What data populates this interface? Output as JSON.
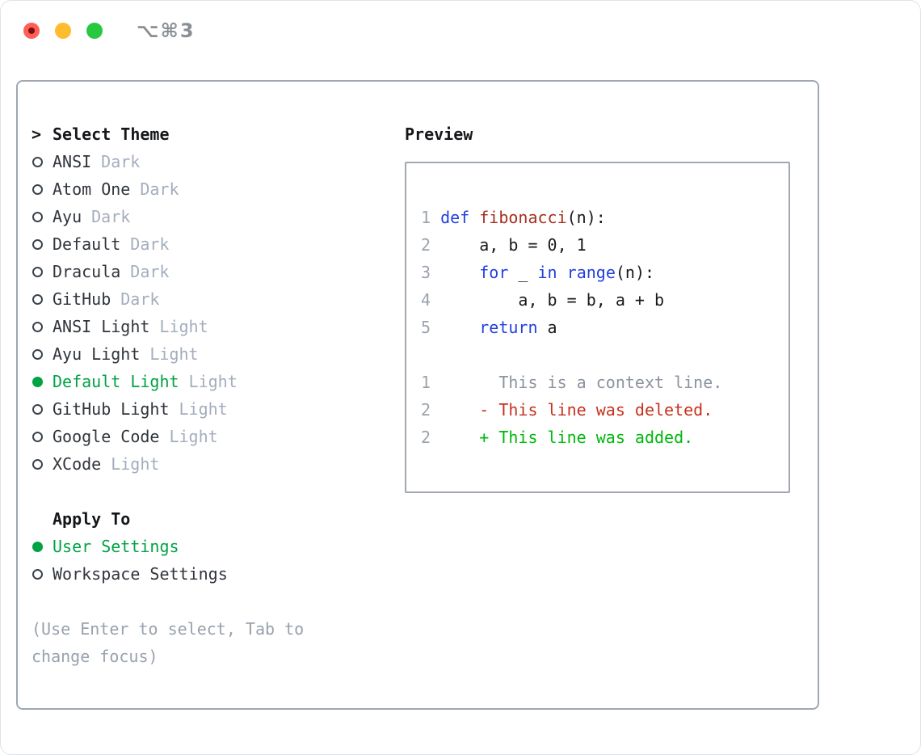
{
  "window": {
    "title": "⌥⌘3"
  },
  "titlebar": {
    "buttons": [
      {
        "name": "close"
      },
      {
        "name": "minimize"
      },
      {
        "name": "zoom"
      }
    ]
  },
  "theme_panel": {
    "pointer": ">",
    "title": "Select Theme",
    "themes": [
      {
        "name": "ANSI",
        "variant": "Dark",
        "selected": false
      },
      {
        "name": "Atom One",
        "variant": "Dark",
        "selected": false
      },
      {
        "name": "Ayu",
        "variant": "Dark",
        "selected": false
      },
      {
        "name": "Default",
        "variant": "Dark",
        "selected": false
      },
      {
        "name": "Dracula",
        "variant": "Dark",
        "selected": false
      },
      {
        "name": "GitHub",
        "variant": "Dark",
        "selected": false
      },
      {
        "name": "ANSI Light",
        "variant": "Light",
        "selected": false
      },
      {
        "name": "Ayu Light",
        "variant": "Light",
        "selected": false
      },
      {
        "name": "Default Light",
        "variant": "Light",
        "selected": true
      },
      {
        "name": "GitHub Light",
        "variant": "Light",
        "selected": false
      },
      {
        "name": "Google Code",
        "variant": "Light",
        "selected": false
      },
      {
        "name": "XCode",
        "variant": "Light",
        "selected": false
      }
    ],
    "apply_to": {
      "label": "Apply To",
      "options": [
        {
          "name": "User Settings",
          "selected": true
        },
        {
          "name": "Workspace Settings",
          "selected": false
        }
      ]
    },
    "help_text": "(Use Enter to select, Tab to change focus)"
  },
  "preview": {
    "title": "Preview",
    "code_lines": [
      {
        "segments": [
          {
            "c": "num",
            "t": "1 "
          },
          {
            "c": "kw",
            "t": "def"
          },
          {
            "c": "plain",
            "t": " "
          },
          {
            "c": "fn",
            "t": "fibonacci"
          },
          {
            "c": "plain",
            "t": "(n):"
          }
        ]
      },
      {
        "segments": [
          {
            "c": "num",
            "t": "2 "
          },
          {
            "c": "plain",
            "t": "    a, b = 0, 1"
          }
        ]
      },
      {
        "segments": [
          {
            "c": "num",
            "t": "3 "
          },
          {
            "c": "plain",
            "t": "    "
          },
          {
            "c": "kw",
            "t": "for"
          },
          {
            "c": "plain",
            "t": " _ "
          },
          {
            "c": "kw",
            "t": "in"
          },
          {
            "c": "plain",
            "t": " "
          },
          {
            "c": "kw",
            "t": "range"
          },
          {
            "c": "plain",
            "t": "(n):"
          }
        ]
      },
      {
        "segments": [
          {
            "c": "num",
            "t": "4 "
          },
          {
            "c": "plain",
            "t": "        a, b = b, a + b"
          }
        ]
      },
      {
        "segments": [
          {
            "c": "num",
            "t": "5 "
          },
          {
            "c": "plain",
            "t": "    "
          },
          {
            "c": "kw",
            "t": "return"
          },
          {
            "c": "plain",
            "t": " a"
          }
        ]
      }
    ],
    "diff_lines": [
      {
        "segments": [
          {
            "c": "num",
            "t": "1 "
          },
          {
            "c": "ctx",
            "t": "      This is a context line."
          }
        ]
      },
      {
        "segments": [
          {
            "c": "num",
            "t": "2 "
          },
          {
            "c": "del",
            "t": "    - This line was deleted."
          }
        ]
      },
      {
        "segments": [
          {
            "c": "num",
            "t": "2 "
          },
          {
            "c": "add",
            "t": "    + This line was added."
          }
        ]
      }
    ]
  },
  "colors": {
    "selection_green": "#00a344",
    "added_green": "#00b80b",
    "deleted_red": "#c5321f",
    "keyword_blue": "#2240e0",
    "function_red": "#a5301f",
    "line_number_gray": "#9aa3ad",
    "variant_gray": "#a4adbd",
    "context_gray": "#8b939e",
    "help_gray": "#98a1ad",
    "item_text": "#30353c",
    "header_text": "#14161a",
    "code_text": "#17191c",
    "radio_gray": "#3c434c",
    "border_gray": "#a0a7b1",
    "title_gray": "#8a8f94",
    "traffic_red": "#ff5f57",
    "traffic_red_dot": "#7e100b",
    "traffic_yellow": "#febc2e",
    "traffic_green": "#2ac840"
  }
}
